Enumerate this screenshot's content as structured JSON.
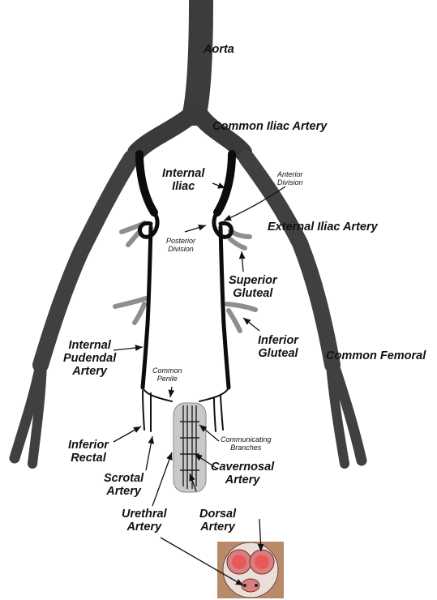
{
  "labels": {
    "aorta": "Aorta",
    "common_iliac": "Common Iliac Artery",
    "internal_iliac": [
      "Internal",
      "Iliac"
    ],
    "anterior_division": [
      "Anterior",
      "Division"
    ],
    "external_iliac": "External Iliac Artery",
    "posterior_division": [
      "Posterior",
      "Division"
    ],
    "superior_gluteal": [
      "Superior",
      "Gluteal"
    ],
    "inferior_gluteal": [
      "Inferior",
      "Gluteal"
    ],
    "internal_pudendal": [
      "Internal",
      "Pudendal",
      "Artery"
    ],
    "common_femoral": "Common Femoral",
    "common_penile": [
      "Common",
      "Penile"
    ],
    "communicating_branches": [
      "Communicating",
      "Branches"
    ],
    "inferior_rectal": [
      "Inferior",
      "Rectal"
    ],
    "scrotal_artery": [
      "Scrotal",
      "Artery"
    ],
    "cavernosal_artery": [
      "Cavernosal",
      "Artery"
    ],
    "urethral_artery": [
      "Urethral",
      "Artery"
    ],
    "dorsal_artery": [
      "Dorsal",
      "Artery"
    ]
  },
  "colors": {
    "vessel_dark": "#3c3c3c",
    "vessel_mid": "#555555",
    "vessel_black": "#0c0c0c",
    "penile_shaft": "#c9c9c9",
    "cross_section_bg": "#b98a6a",
    "cross_section_tissue": "#d88080",
    "cross_section_sinus": "#e85a5a"
  }
}
